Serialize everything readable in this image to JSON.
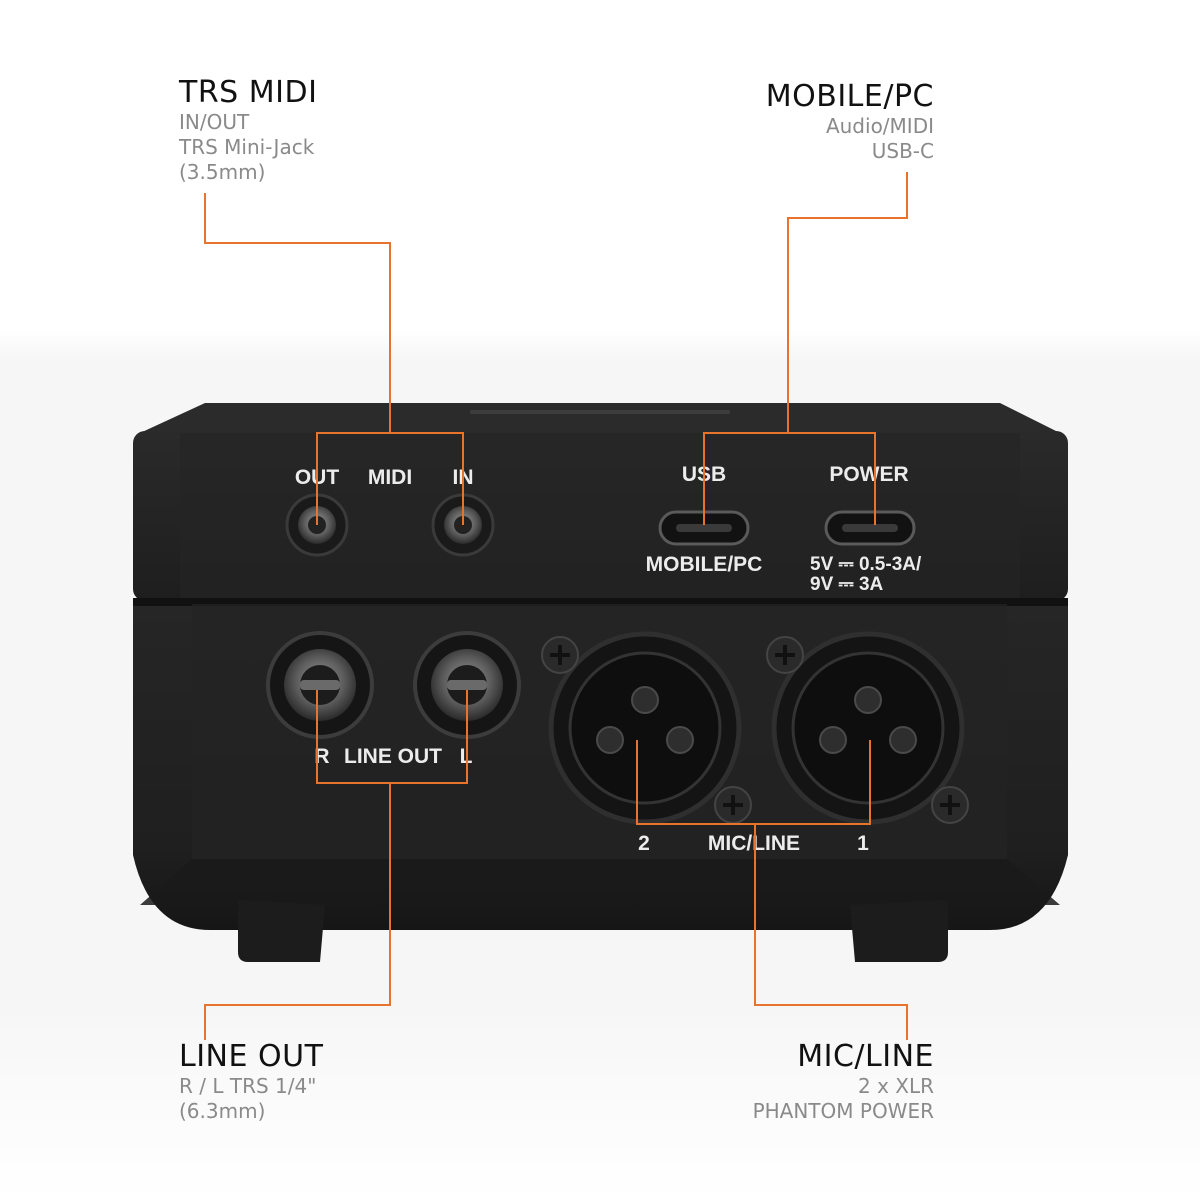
{
  "callouts": {
    "trs_midi": {
      "title": "TRS MIDI",
      "lines": [
        "IN/OUT",
        "TRS Mini-Jack",
        "(3.5mm)"
      ]
    },
    "mobile_pc": {
      "title": "MOBILE/PC",
      "lines": [
        "Audio/MIDI",
        "USB-C"
      ]
    },
    "line_out": {
      "title": "LINE OUT",
      "lines": [
        "R / L TRS 1/4\"",
        "(6.3mm)"
      ]
    },
    "mic_line": {
      "title": "MIC/LINE",
      "lines": [
        "2 x XLR",
        "PHANTOM POWER"
      ]
    }
  },
  "device": {
    "midi_out": "OUT",
    "midi": "MIDI",
    "midi_in": "IN",
    "usb": "USB",
    "power": "POWER",
    "mobile_pc": "MOBILE/PC",
    "power_spec_1": "5V ⎓ 0.5-3A/",
    "power_spec_2": "9V ⎓ 3A",
    "line_r": "R",
    "line_out": "LINE OUT",
    "line_l": "L",
    "mic_2": "2",
    "mic_line": "MIC/LINE",
    "mic_1": "1"
  },
  "colors": {
    "leader": "#e8732c",
    "device_body": "#222222",
    "label_title": "#111111",
    "label_sub": "#8a8a8a"
  }
}
